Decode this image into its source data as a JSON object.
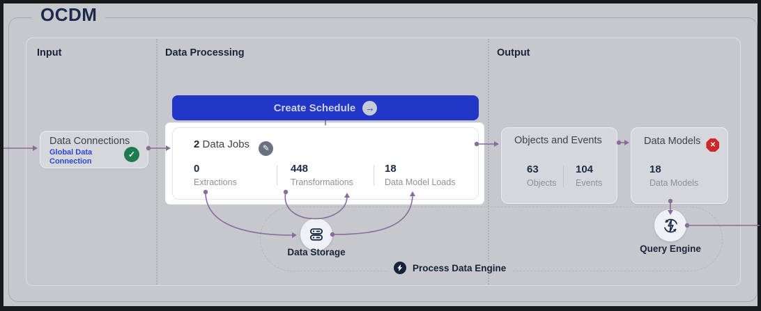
{
  "header": {
    "title": "OCDM"
  },
  "sections": {
    "input": "Input",
    "processing": "Data Processing",
    "output": "Output"
  },
  "input": {
    "data_connections": {
      "title": "Data Connections",
      "subtitle": "Global Data Connection",
      "status_icon": "check-circle-icon",
      "status_glyph": "✓"
    }
  },
  "processing": {
    "create_schedule_label": "Create Schedule",
    "create_schedule_icon_glyph": "→",
    "data_jobs": {
      "count": "2",
      "title": "Data Jobs",
      "edit_icon": "pencil-icon",
      "edit_glyph": "✎",
      "stats": [
        {
          "value": "0",
          "label": "Extractions"
        },
        {
          "value": "448",
          "label": "Transformations"
        },
        {
          "value": "18",
          "label": "Data Model Loads"
        }
      ]
    }
  },
  "output": {
    "objects_and_events": {
      "title": "Objects and Events",
      "stats": [
        {
          "value": "63",
          "label": "Objects"
        },
        {
          "value": "104",
          "label": "Events"
        }
      ]
    },
    "data_models": {
      "title": "Data Models",
      "status_icon": "error-octagon-icon",
      "status_glyph": "✕",
      "stats": [
        {
          "value": "18",
          "label": "Data Models"
        }
      ]
    }
  },
  "engine_layer": {
    "data_storage": {
      "label": "Data Storage",
      "icon": "database-icon"
    },
    "process_data_engine": {
      "label": "Process Data Engine",
      "icon": "engine-bolt-icon"
    },
    "query_engine": {
      "label": "Query Engine",
      "icon": "query-bolt-icon"
    }
  },
  "colors": {
    "accent_blue": "#2236c7",
    "link_blue": "#2b48d3",
    "success_green": "#1e7a4f",
    "error_red": "#cd2727",
    "connector_purple": "#8a6b9d",
    "navy_text": "#1b2a4c",
    "background_gray": "#c6c8cb"
  }
}
